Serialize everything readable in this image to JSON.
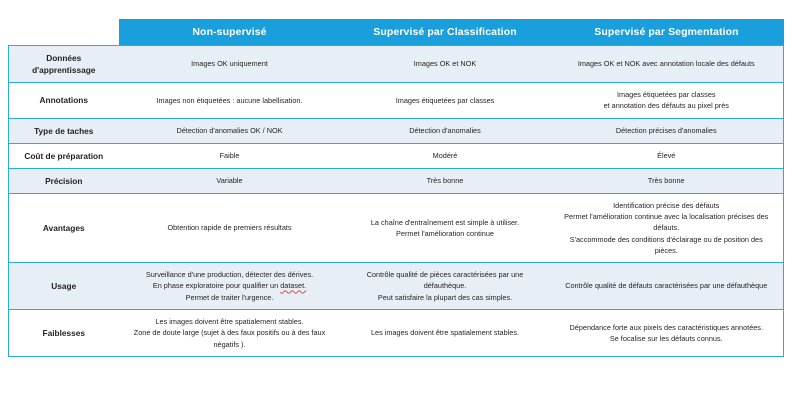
{
  "theme": {
    "header_blue": "#199FDB",
    "border_blue": "#29ABE2",
    "row_tint": "#E7EEF5",
    "row_plain": "#FFFFFF",
    "text": "#231F20"
  },
  "table": {
    "columns": [
      {
        "key": "label",
        "label": ""
      },
      {
        "key": "unsupervised",
        "label": "Non-supervisé"
      },
      {
        "key": "classification",
        "label": "Supervisé par Classification"
      },
      {
        "key": "segmentation",
        "label": "Supervisé par Segmentation"
      }
    ],
    "rows": [
      {
        "label_lines": [
          "Données",
          "d'apprentissage"
        ],
        "unsupervised": [
          "Images OK uniquement"
        ],
        "classification": [
          "Images OK et NOK"
        ],
        "segmentation": [
          "Images OK et NOK avec annotation locale des défauts"
        ]
      },
      {
        "label_lines": [
          "Annotations"
        ],
        "unsupervised": [
          "Images non étiquetées : aucune labellisation."
        ],
        "classification": [
          "Images étiquetées par classes"
        ],
        "segmentation": [
          "Images étiquetées par classes",
          "et annotation des défauts au pixel près"
        ]
      },
      {
        "label_lines": [
          "Type de taches"
        ],
        "unsupervised": [
          "Détection d'anomalies OK / NOK"
        ],
        "classification": [
          "Détection d'anomalies"
        ],
        "segmentation": [
          "Détection précises d'anomalies"
        ]
      },
      {
        "label_lines": [
          "Coût de préparation"
        ],
        "unsupervised": [
          "Faible"
        ],
        "classification": [
          "Modéré"
        ],
        "segmentation": [
          "Élevé"
        ]
      },
      {
        "label_lines": [
          "Précision"
        ],
        "unsupervised": [
          "Variable"
        ],
        "classification": [
          "Très bonne"
        ],
        "segmentation": [
          "Très bonne"
        ]
      },
      {
        "label_lines": [
          "Avantages"
        ],
        "unsupervised": [
          "Obtention rapide de premiers résultats"
        ],
        "classification": [
          "La chaîne d'entraînement est simple à utiliser.",
          "Permet l'amélioration continue"
        ],
        "segmentation": [
          "Identification précise des défauts",
          "Permet l'amélioration continue avec la localisation précises des défauts.",
          "S'accommode des conditions d'éclairage ou de position des pièces."
        ]
      },
      {
        "label_lines": [
          "Usage"
        ],
        "unsupervised": [
          "Surveillance d'une production, détecter des dérives.",
          "En phase exploratoire pour qualifier un dataset.",
          "Permet de traiter l'urgence."
        ],
        "classification": [
          "Contrôle qualité de pièces caractérisées par une défauthèque.",
          "Peut satisfaire la plupart des cas simples."
        ],
        "segmentation": [
          "Contrôle qualité de défauts caractérisées par une défauthèque"
        ]
      },
      {
        "label_lines": [
          "Faiblesses"
        ],
        "unsupervised": [
          "Les images doivent être spatialement stables.",
          "Zone de doute large (sujet à des faux positifs ou à des faux négatifs )."
        ],
        "classification": [
          "Les images doivent être spatialement stables."
        ],
        "segmentation": [
          "Dépendance forte aux pixels des caractéristiques annotées.",
          "Se focalise sur les défauts connus."
        ]
      }
    ]
  },
  "annotations": {
    "spellcheck_word": "dataset."
  }
}
